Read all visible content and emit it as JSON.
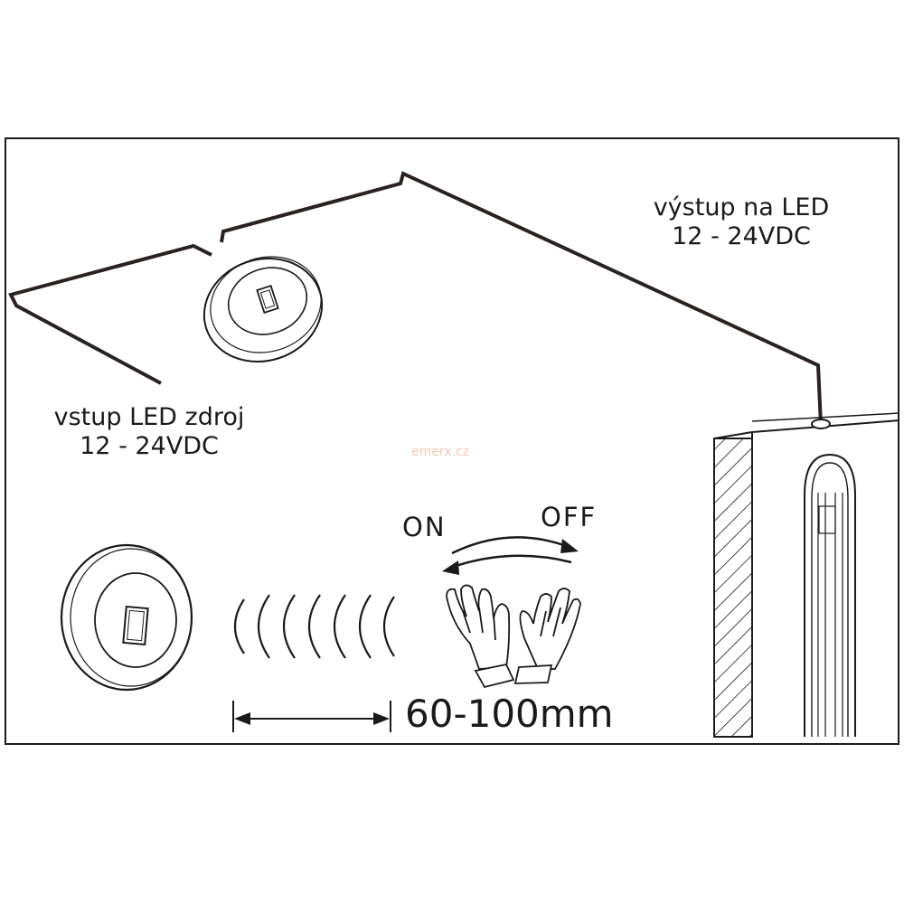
{
  "input_label": {
    "line1": "vstup LED zdroj",
    "line2": "12 - 24VDC"
  },
  "output_label": {
    "line1": "výstup na LED",
    "line2": "12 - 24VDC"
  },
  "gesture": {
    "on": "ON",
    "off": "OFF"
  },
  "distance": "60-100mm",
  "watermark": "emerx.cz",
  "colors": {
    "line": "#1a1a1a",
    "wire": "#2a2220",
    "watermark": "#f2c9b0"
  }
}
